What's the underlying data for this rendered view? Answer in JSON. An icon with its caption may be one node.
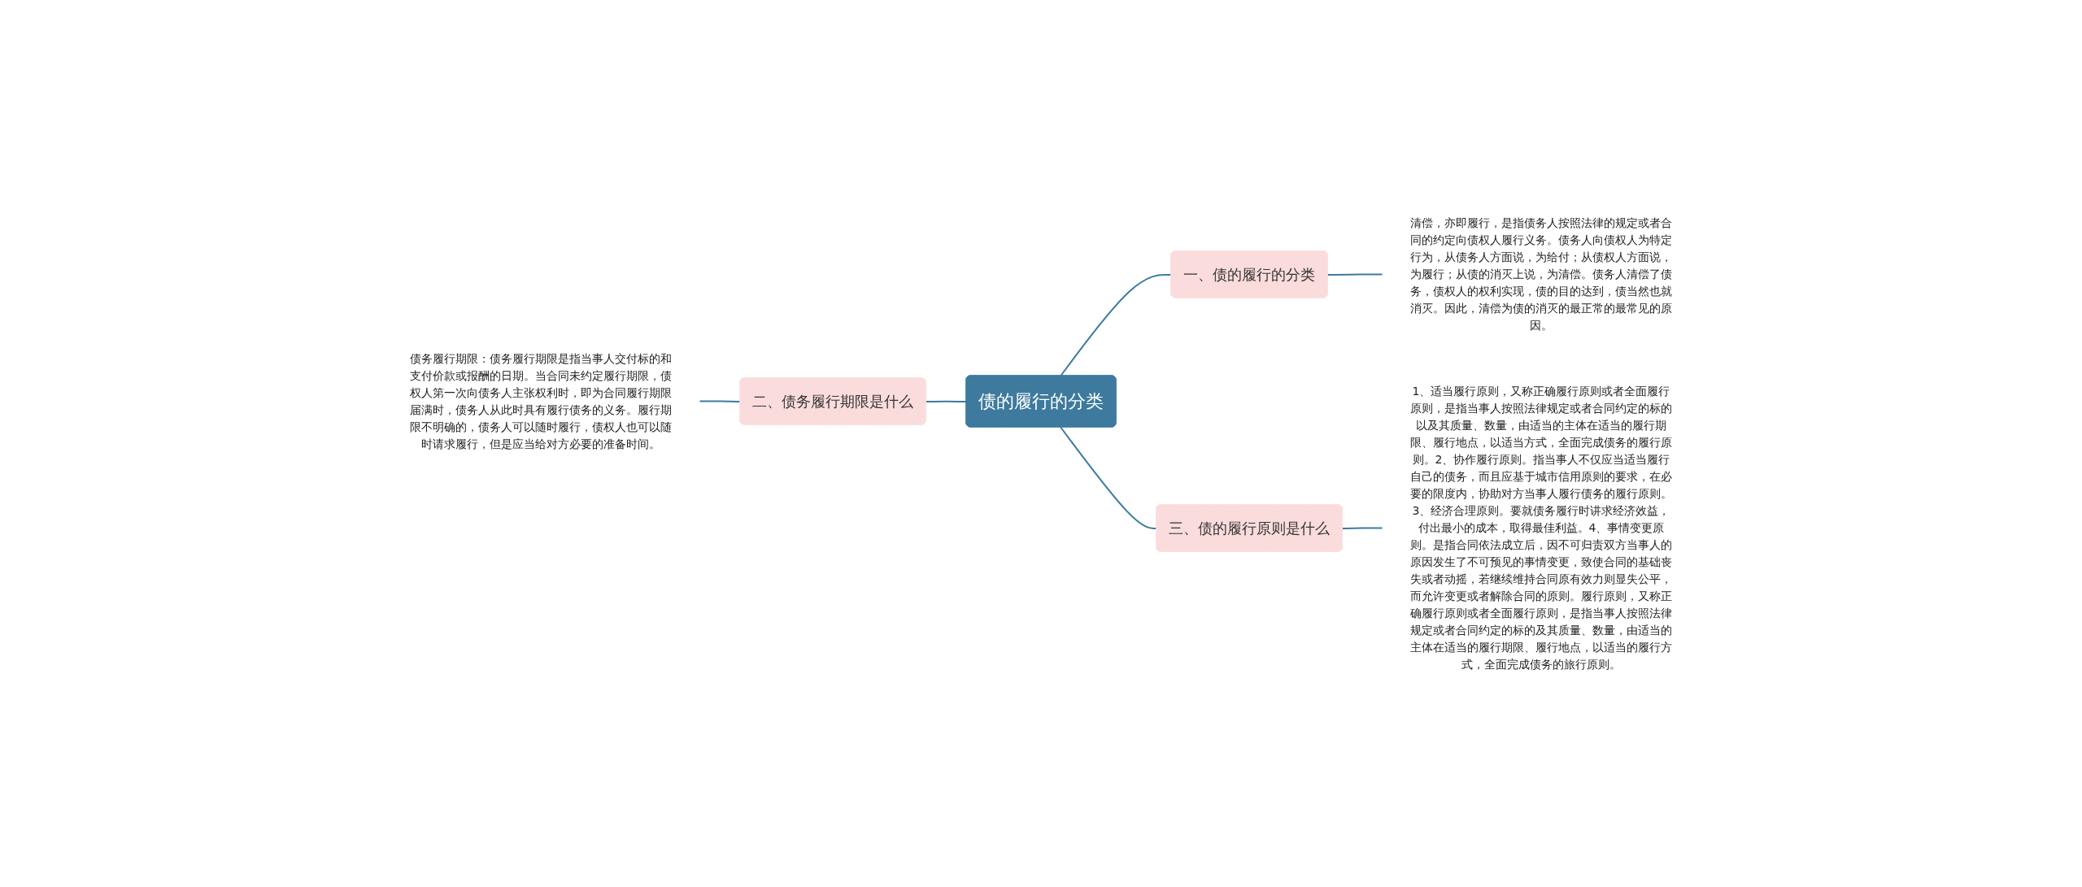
{
  "diagram": {
    "nodes": [
      {
        "text": [
          "债的履行的分类"
        ]
      },
      {
        "text": [
          "一、债的履行的分类"
        ]
      },
      {
        "text": [
          "清偿，亦即履行，是指债务人按照法律的规定或者合同的约定向债权人履行义务。债务人向债权人为特定行为，从债务人方面说，为给付；从债权人方面说，为履行；从债的消灭上说，为清偿。债务人清偿了债务，债权人的权利实现，债的目的达到，债当然也就消灭。因此，清偿为债的消灭的最正常的最常见的原因。"
        ]
      },
      {
        "text": [
          "二、债务履行期限是什么"
        ]
      },
      {
        "text": [
          "债务履行期限：债务履行期限是指当事人交付标的和支付价款或报酬的日期。当合同未约定履行期限，债权人第一次向债务人主张权利时，即为合同履行期限届满时，债务人从此时具有履行债务的义务。履行期限不明确的，债务人可以随时履行，债权人也可以随时请求履行，但是应当给对方必要的准备时间。"
        ]
      },
      {
        "text": [
          "三、债的履行原则是什么"
        ]
      },
      {
        "text": [
          "1、适当履行原则，又称正确履行原则或者全面履行原则，是指当事人按照法律规定或者合同约定的标的以及其质量、数量，由适当的主体在适当的履行期限、履行地点，以适当方式，全面完成债务的履行原则。2、协作履行原则。指当事人不仅应当适当履行自己的债务，而且应基于城市信用原则的要求，在必要的限度内，协助对方当事人履行债务的履行原则。3、经济合理原则。要就债务履行时讲求经济效益，付出最小的成本，取得最佳利益。4、事情变更原则。是指合同依法成立后，因不可归责双方当事人的原因发生了不可预见的事情变更，致使合同的基础丧失或者动摇，若继续维持合同原有效力则显失公平，而允许变更或者解除合同的原则。履行原则，又称正确履行原则或者全面履行原则，是指当事人按照法律规定或者合同约定的标的及其质量、数量，由适当的主体在适当的履行期限、履行地点，以适当的履行方式，全面完成债务的旅行原则。"
        ]
      }
    ],
    "edges": [
      {
        "from": 0,
        "to": 1,
        "arrow": "none"
      },
      {
        "from": 1,
        "to": 2,
        "arrow": "none"
      },
      {
        "from": 3,
        "to": 0,
        "arrow": "none"
      },
      {
        "from": 4,
        "to": 3,
        "arrow": "none"
      },
      {
        "from": 0,
        "to": 5,
        "arrow": "none"
      },
      {
        "from": 5,
        "to": 6,
        "arrow": "none"
      }
    ]
  }
}
